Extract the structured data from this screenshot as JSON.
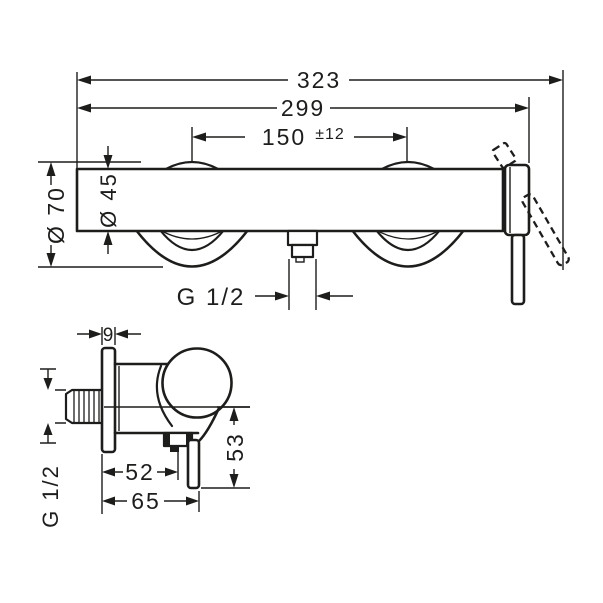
{
  "colors": {
    "line": "#1d1d1b",
    "background": "#ffffff"
  },
  "front_view": {
    "overall_width": "323",
    "mounting_width": "299",
    "connection_centers": "150",
    "connection_tolerance": "±12",
    "escutcheon_diameter": "Ø 70",
    "body_diameter": "Ø 45",
    "outlet_thread": "G 1/2"
  },
  "side_view": {
    "plate_thickness": "9",
    "inlet_thread": "G 1/2",
    "outlet_offset": "52",
    "overall_depth": "65",
    "lever_drop": "53"
  }
}
